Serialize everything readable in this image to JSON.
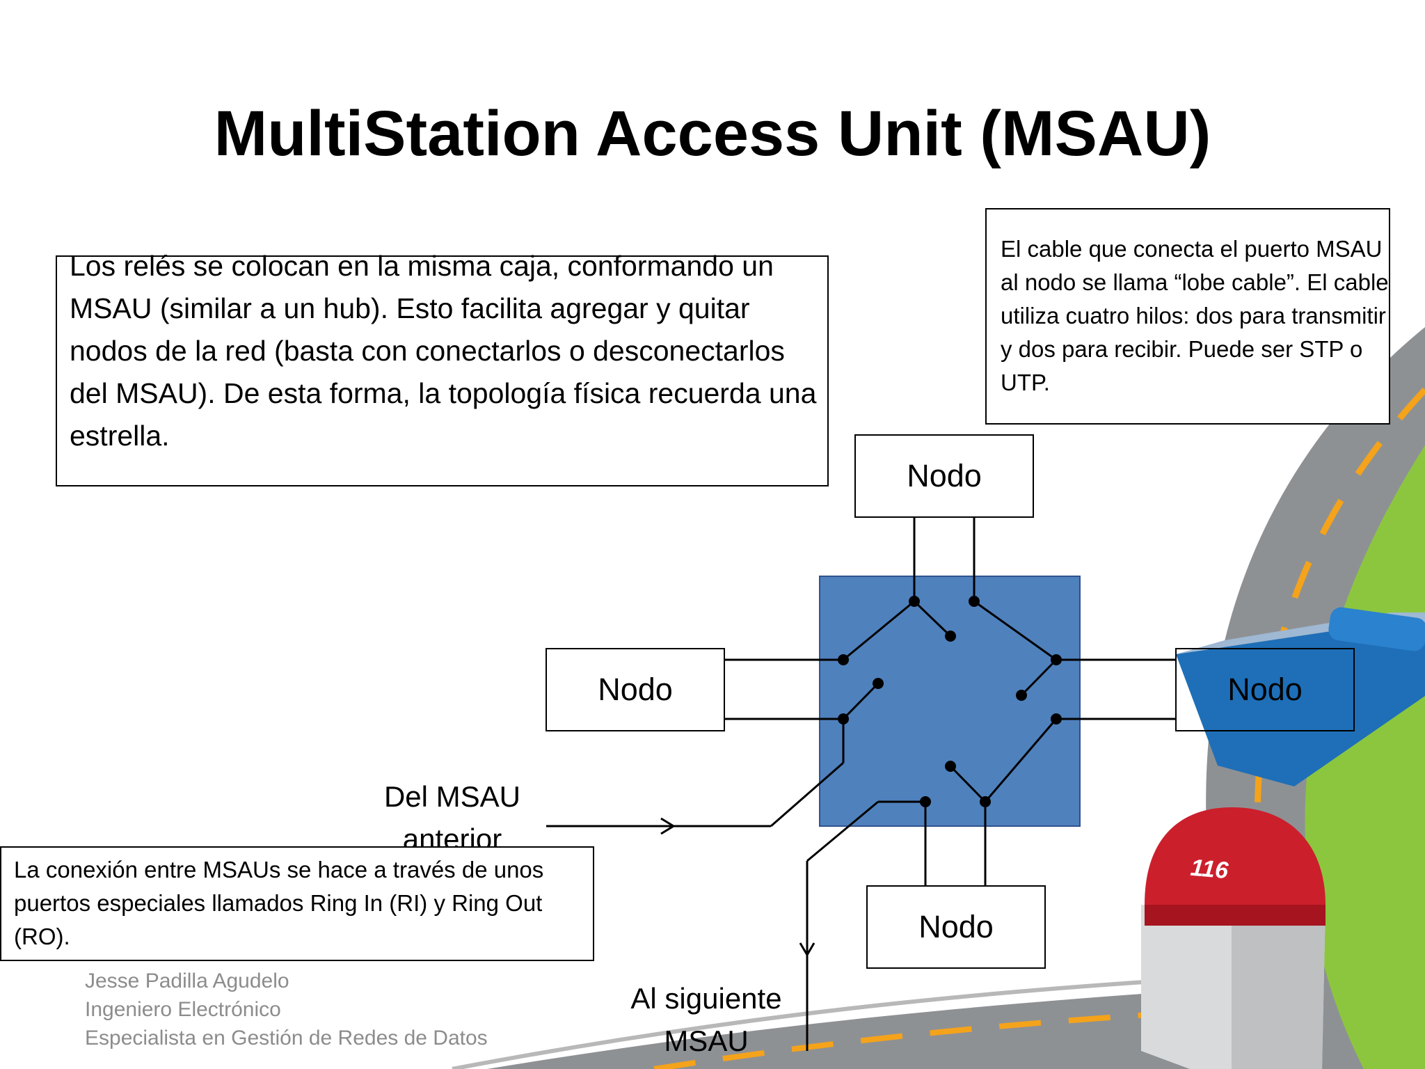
{
  "title": "MultiStation Access Unit (MSAU)",
  "main_text": "Los relés se colocan en la misma caja, conformando un MSAU (similar a un hub). Esto facilita agregar y quitar nodos de la red (basta con conectarlos o desconectarlos del MSAU). De esta forma, la topología física recuerda una estrella.",
  "cable_note": "El cable que conecta el puerto MSAU al nodo se llama “lobe cable”. El cable utiliza cuatro hilos: dos para transmitir y dos para recibir. Puede ser STP o UTP.",
  "connection_note": "La conexión entre MSAUs se hace a través de unos puertos especiales llamados Ring In (RI) y Ring Out (RO).",
  "diagram": {
    "nodes": [
      "Nodo",
      "Nodo",
      "Nodo",
      "Nodo"
    ],
    "in_label": "Del MSAU anterior",
    "out_label": "Al siguiente MSAU",
    "msau_color": "#4f81bd"
  },
  "author": {
    "name": "Jesse Padilla Agudelo",
    "role": "Ingeniero Electrónico",
    "specialty": "Especialista en Gestión de Redes  de Datos"
  },
  "page_number": "116",
  "colors": {
    "road": "#8e9194",
    "road_stripe": "#f5a31a",
    "grass": "#8cc63f",
    "milestone_top": "#cc1f2c",
    "milestone_body": "#d9dadb",
    "sign_blue": "#1e6fb8"
  }
}
